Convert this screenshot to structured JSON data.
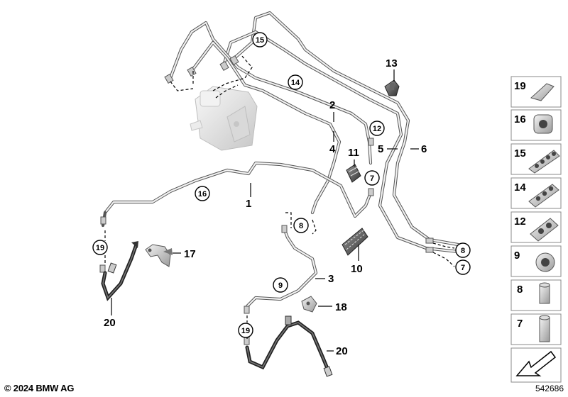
{
  "diagram": {
    "labels": {
      "l1": "1",
      "l2": "2",
      "l3": "3",
      "l4": "4",
      "l5": "5",
      "l6": "6",
      "l10": "10",
      "l11": "11",
      "l13": "13",
      "l17": "17",
      "l18": "18",
      "l20a": "20",
      "l20b": "20"
    },
    "callouts": {
      "c15": "15",
      "c14": "14",
      "c12": "12",
      "c16": "16",
      "c7a": "7",
      "c8a": "8",
      "c8b": "8",
      "c7b": "7",
      "c19a": "19",
      "c9": "9",
      "c19b": "19"
    }
  },
  "parts_panel": [
    {
      "number": "19",
      "icon": "bracket-clip-icon"
    },
    {
      "number": "16",
      "icon": "single-clip-icon"
    },
    {
      "number": "15",
      "icon": "quad-clip-icon"
    },
    {
      "number": "14",
      "icon": "triple-clip-icon"
    },
    {
      "number": "12",
      "icon": "double-clip-icon"
    },
    {
      "number": "9",
      "icon": "round-clip-icon"
    },
    {
      "number": "8",
      "icon": "union-nut-icon"
    },
    {
      "number": "7",
      "icon": "long-union-nut-icon"
    },
    {
      "number": "",
      "icon": "arrow-icon"
    }
  ],
  "footer": {
    "copyright": "© 2024 BMW AG",
    "diagram_number": "542686"
  }
}
